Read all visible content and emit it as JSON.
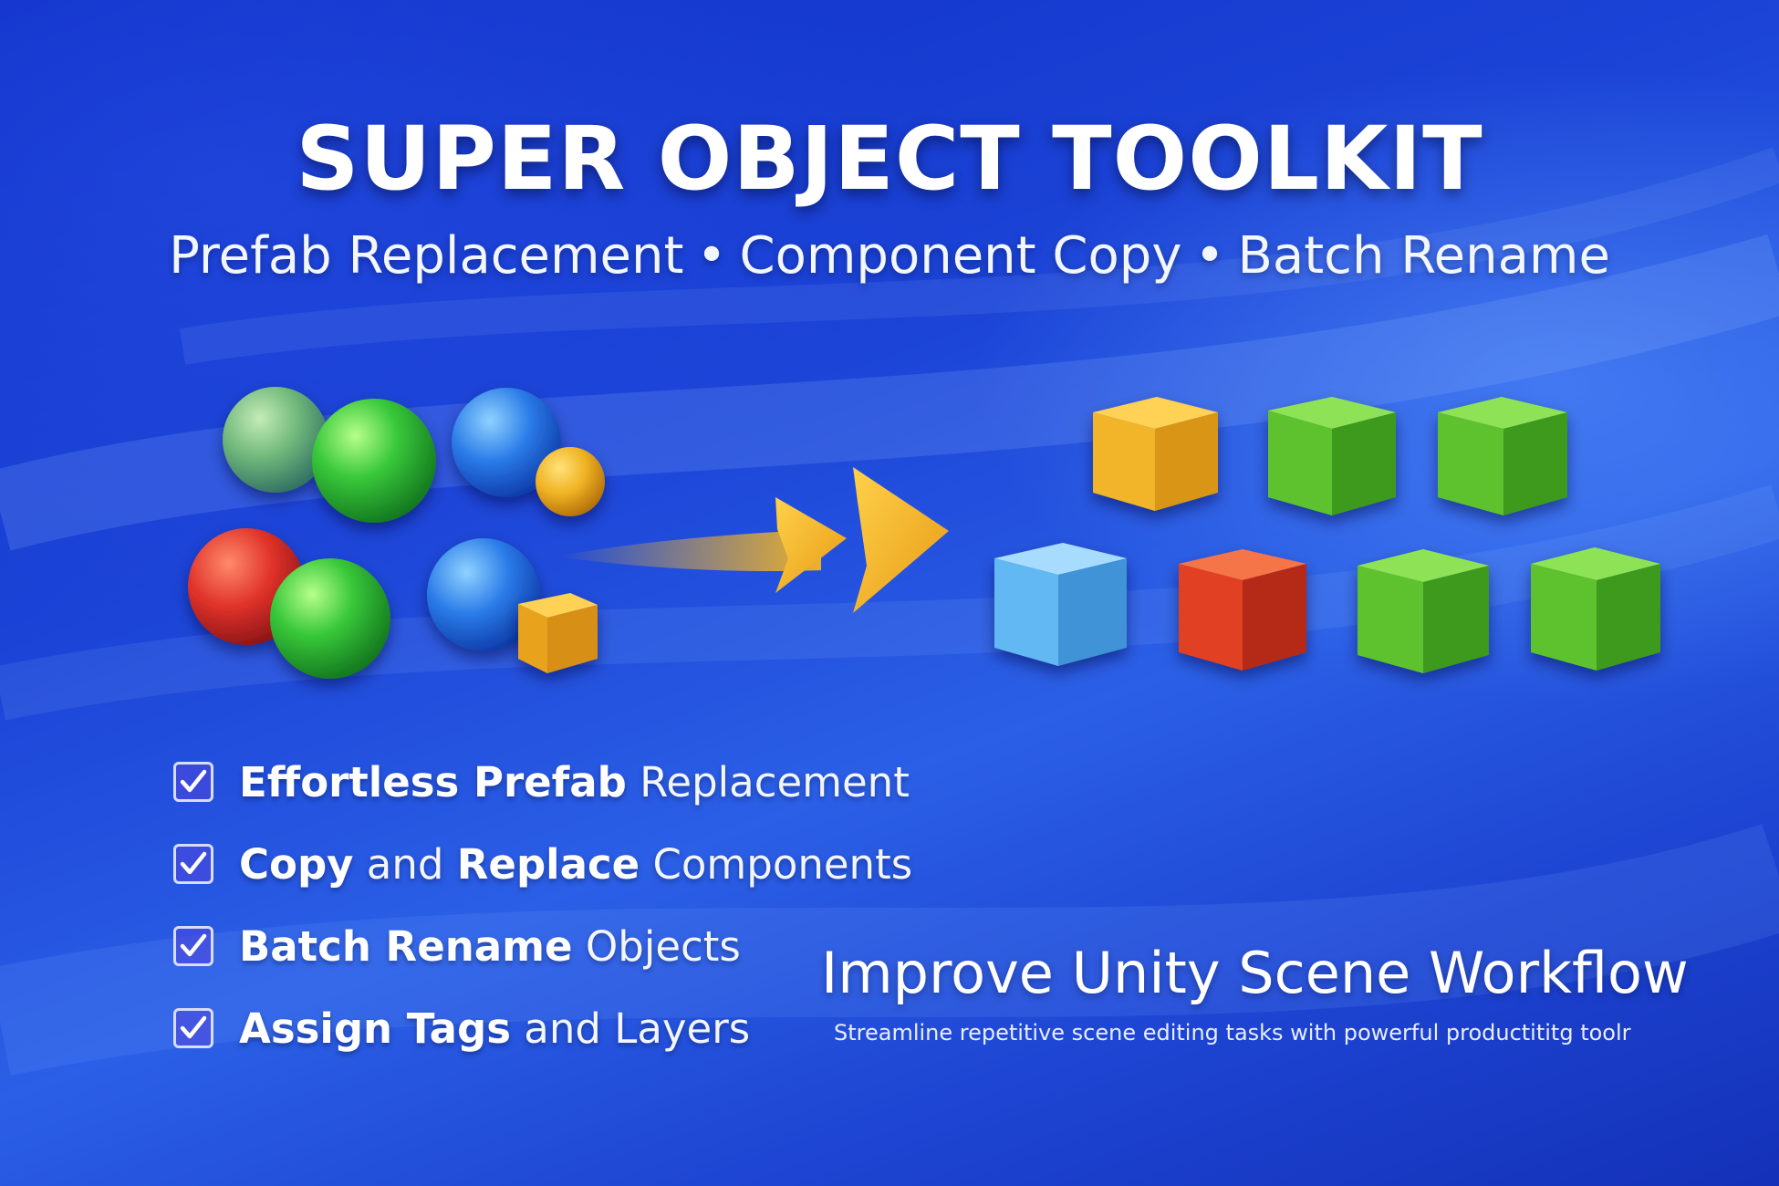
{
  "header": {
    "title": "SUPER OBJECT TOOLKIT",
    "subtitle_items": [
      "Prefab Replacement",
      "Component Copy",
      "Batch Rename"
    ],
    "separator": "•"
  },
  "features": [
    {
      "bold1": "Effortless Prefab",
      "normal1": " Replacement",
      "bold2": "",
      "normal2": ""
    },
    {
      "bold1": "Copy",
      "normal1": " and ",
      "bold2": "Replace",
      "normal2": " Components"
    },
    {
      "bold1": "Batch Rename",
      "normal1": " Objects",
      "bold2": "",
      "normal2": ""
    },
    {
      "bold1": "Assign Tags",
      "normal1": " and Layers",
      "bold2": "",
      "normal2": ""
    }
  ],
  "tagline": {
    "headline": "Improve Unity Scene Workflow",
    "subline": "Streamline repetitive scene editing tasks with powerful productititg toolr"
  },
  "colors": {
    "background": "#1b43d6",
    "sphere_green": "#39c83a",
    "sphere_blue": "#2a7be8",
    "sphere_red": "#e0322a",
    "sphere_yellow": "#f0b323",
    "cube_yellow": "#f2b52a",
    "cube_green": "#5dc22e",
    "cube_light_blue": "#62b8f2",
    "cube_red": "#e24024",
    "arrow": "#f5b623"
  },
  "icons": [
    "checkbox-checked-icon",
    "double-arrow-icon"
  ]
}
